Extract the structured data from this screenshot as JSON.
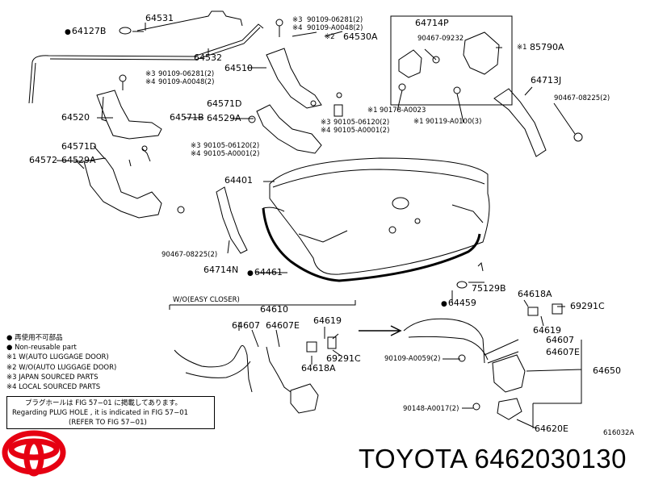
{
  "labels": {
    "p64127B": "64127B",
    "p64531": "64531",
    "p64532": "64532",
    "p64510": "64510",
    "p64530A": "64530A",
    "n9010906281_top": "90109-06281(2)",
    "n90109A0048_top": "90109-A0048(2)",
    "n9010906281_mid": "90109-06281(2)",
    "n90109A0048_mid": "90109-A0048(2)",
    "p64714P": "64714P",
    "n9046709232": "90467-09232",
    "p85790A": "85790A",
    "n90178A0023": "90178-A0023",
    "n90119A0100": "90119-A0100(3)",
    "p64713J": "64713J",
    "n9046708225_r": "90467-08225(2)",
    "p64520": "64520",
    "p64571B": "64571B",
    "p64571D_top": "64571D",
    "p64529A_top": "64529A",
    "n9010506120_mid": "90105-06120(2)",
    "n90105A0001_mid": "90105-A0001(2)",
    "p64571D_left": "64571D",
    "p64572": "64572",
    "p64529A_left": "64529A",
    "n9010506120_left": "90105-06120(2)",
    "n90105A0001_left": "90105-A0001(2)",
    "p64401": "64401",
    "n9046708225_l": "90467-08225(2)",
    "p64714N": "64714N",
    "p64461": "64461",
    "p75129B": "75129B",
    "p64459": "64459",
    "wo_easy_closer": "W/O(EASY CLOSER)",
    "p64610": "64610",
    "p64607_l": "64607",
    "p64607E_l": "64607E",
    "p64619_l": "64619",
    "p69291C_l": "69291C",
    "p64618A_l": "64618A",
    "p64618A_r": "64618A",
    "p69291C_r": "69291C",
    "p64619_r": "64619",
    "p64607_r": "64607",
    "p64607E_r": "64607E",
    "n90109A0059": "90109-A0059(2)",
    "p64650": "64650",
    "n90148A0017": "90148-A0017(2)",
    "p64620E": "64620E",
    "code": "616032A",
    "part_title": "TOYOTA 6462030130"
  },
  "legend": [
    "● 再使用不可部品",
    "● Non-reusable part",
    "※1 W(AUTO LUGGAGE DOOR)",
    "※2 W/O(AUTO LUGGAGE DOOR)",
    "※3 JAPAN SOURCED PARTS",
    "※4 LOCAL SOURCED PARTS"
  ],
  "note": [
    "プラグホールは FIG 57−01 に掲載してあります。",
    "Regarding PLUG HOLE , it is indicated in FIG 57−01",
    "(REFER TO FIG 57−01)"
  ],
  "marks": {
    "m3": "※3",
    "m4": "※4",
    "m1": "※1",
    "m2": "※2"
  },
  "colors": {
    "toyota_red": "#e60012",
    "line": "#000000"
  }
}
